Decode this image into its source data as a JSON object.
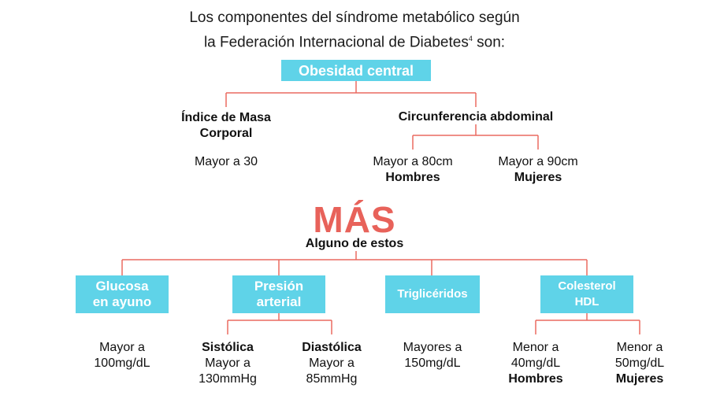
{
  "header": {
    "line1": "Los componentes del síndrome metabólico según",
    "line2_main": "la Federación Internacional de Diabetes",
    "line2_sup": "4",
    "line2_end": " son:"
  },
  "central": {
    "label": "Obesidad central",
    "imc": {
      "line1": "Índice de Masa",
      "line2": "Corporal",
      "value": "Mayor a 30"
    },
    "circ": {
      "label": "Circunferencia abdominal",
      "men": {
        "value": "Mayor a 80cm",
        "group": "Hombres"
      },
      "women": {
        "value": "Mayor a 90cm",
        "group": "Mujeres"
      }
    }
  },
  "plus": {
    "label": "MÁS",
    "sub": "Alguno de estos"
  },
  "criteria": {
    "glucosa": {
      "line1": "Glucosa",
      "line2": "en ayuno",
      "v1": "Mayor a",
      "v2": "100mg/dL"
    },
    "presion": {
      "line1": "Presión",
      "line2": "arterial",
      "sist": {
        "label": "Sistólica",
        "v1": "Mayor a",
        "v2": "130mmHg"
      },
      "diast": {
        "label": "Diastólica",
        "v1": "Mayor a",
        "v2": "85mmHg"
      }
    },
    "trig": {
      "label": "Triglicéridos",
      "v1": "Mayores a",
      "v2": "150mg/dL"
    },
    "hdl": {
      "line1": "Colesterol",
      "line2": "HDL",
      "men": {
        "v1": "Menor a",
        "v2": "40mg/dL",
        "group": "Hombres"
      },
      "women": {
        "v1": "Menor a",
        "v2": "50mg/dL",
        "group": "Mujeres"
      }
    }
  },
  "colors": {
    "box": "#5fd3e8",
    "line": "#ea6a61",
    "accent": "#e8625a"
  }
}
